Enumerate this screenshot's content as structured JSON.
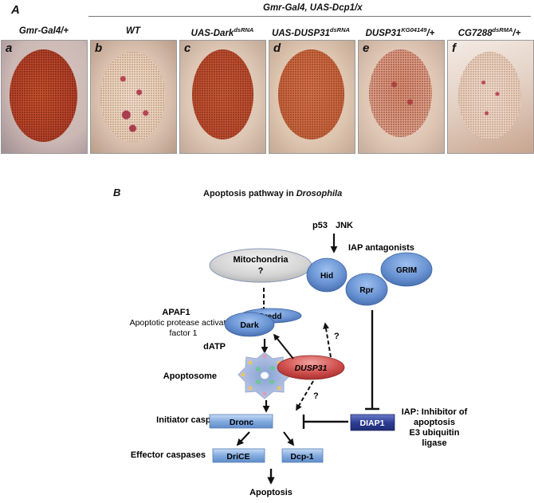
{
  "panel_a": {
    "letter": "A",
    "group_header": "Gmr-Gal4, UAS-Dcp1/x",
    "photos": [
      {
        "letter": "a",
        "label": "Gmr-Gal4/+",
        "sup": "",
        "suffix": "",
        "eye_color": "#c24a2a",
        "phenotype": "normal red eye"
      },
      {
        "letter": "b",
        "label": "WT",
        "sup": "",
        "suffix": "",
        "eye_color": "#e9cdb0",
        "phenotype": "pale eye with red patches"
      },
      {
        "letter": "c",
        "label": "UAS-Dark",
        "sup": "dsRNA",
        "suffix": "",
        "eye_color": "#c2542f",
        "phenotype": "restored red eye"
      },
      {
        "letter": "d",
        "label": "UAS-DUSP31",
        "sup": "dsRNA",
        "suffix": "",
        "eye_color": "#c8683e",
        "phenotype": "mostly red eye"
      },
      {
        "letter": "e",
        "label": "DUSP31",
        "sup": "KG04149",
        "suffix": "/+",
        "eye_color": "#d99a7c",
        "phenotype": "partially restored eye"
      },
      {
        "letter": "f",
        "label": "CG7288",
        "sup": "dsRMA",
        "suffix": "/+",
        "eye_color": "#ead0bb",
        "phenotype": "pale eye with red spots"
      }
    ]
  },
  "panel_b": {
    "letter": "B",
    "title_prefix": "Apoptosis pathway in ",
    "title_italic": "Drosophila",
    "upstream": {
      "p53": "p53",
      "jnk": "JNK"
    },
    "iap_antagonists_label": "IAP antagonists",
    "nodes": {
      "mitochondria": {
        "line1": "Mitochondria",
        "line2": "?"
      },
      "hid": "Hid",
      "rpr": "Rpr",
      "grim": "GRIM",
      "dark": "Dark",
      "dredd": "Dredd",
      "dusp31": "DUSP31",
      "dronc": "Dronc",
      "diap1": "DIAP1",
      "drice": "DriCE",
      "dcp1": "Dcp-1"
    },
    "labels": {
      "apaf1": "APAF1",
      "apaf1_desc1": "Apoptotic protease activating",
      "apaf1_desc2": "factor 1",
      "datp": "dATP",
      "apoptosome": "Apoptosome",
      "initiator": "Initiator caspase",
      "effector": "Effector caspases",
      "apoptosis": "Apoptosis",
      "iap1": "IAP: Inhibitor of",
      "iap2": "apoptosis",
      "iap3": "E3 ubiquitin",
      "iap4": "ligase",
      "q_dredd": "?",
      "q_dronc": "?"
    },
    "colors": {
      "blue_node": "#5b86c8",
      "gray_node": "#d4d4d4",
      "red_node": "#c0393b",
      "box_blue": "#7aa3dc",
      "box_dark": "#2c3a8c"
    }
  }
}
